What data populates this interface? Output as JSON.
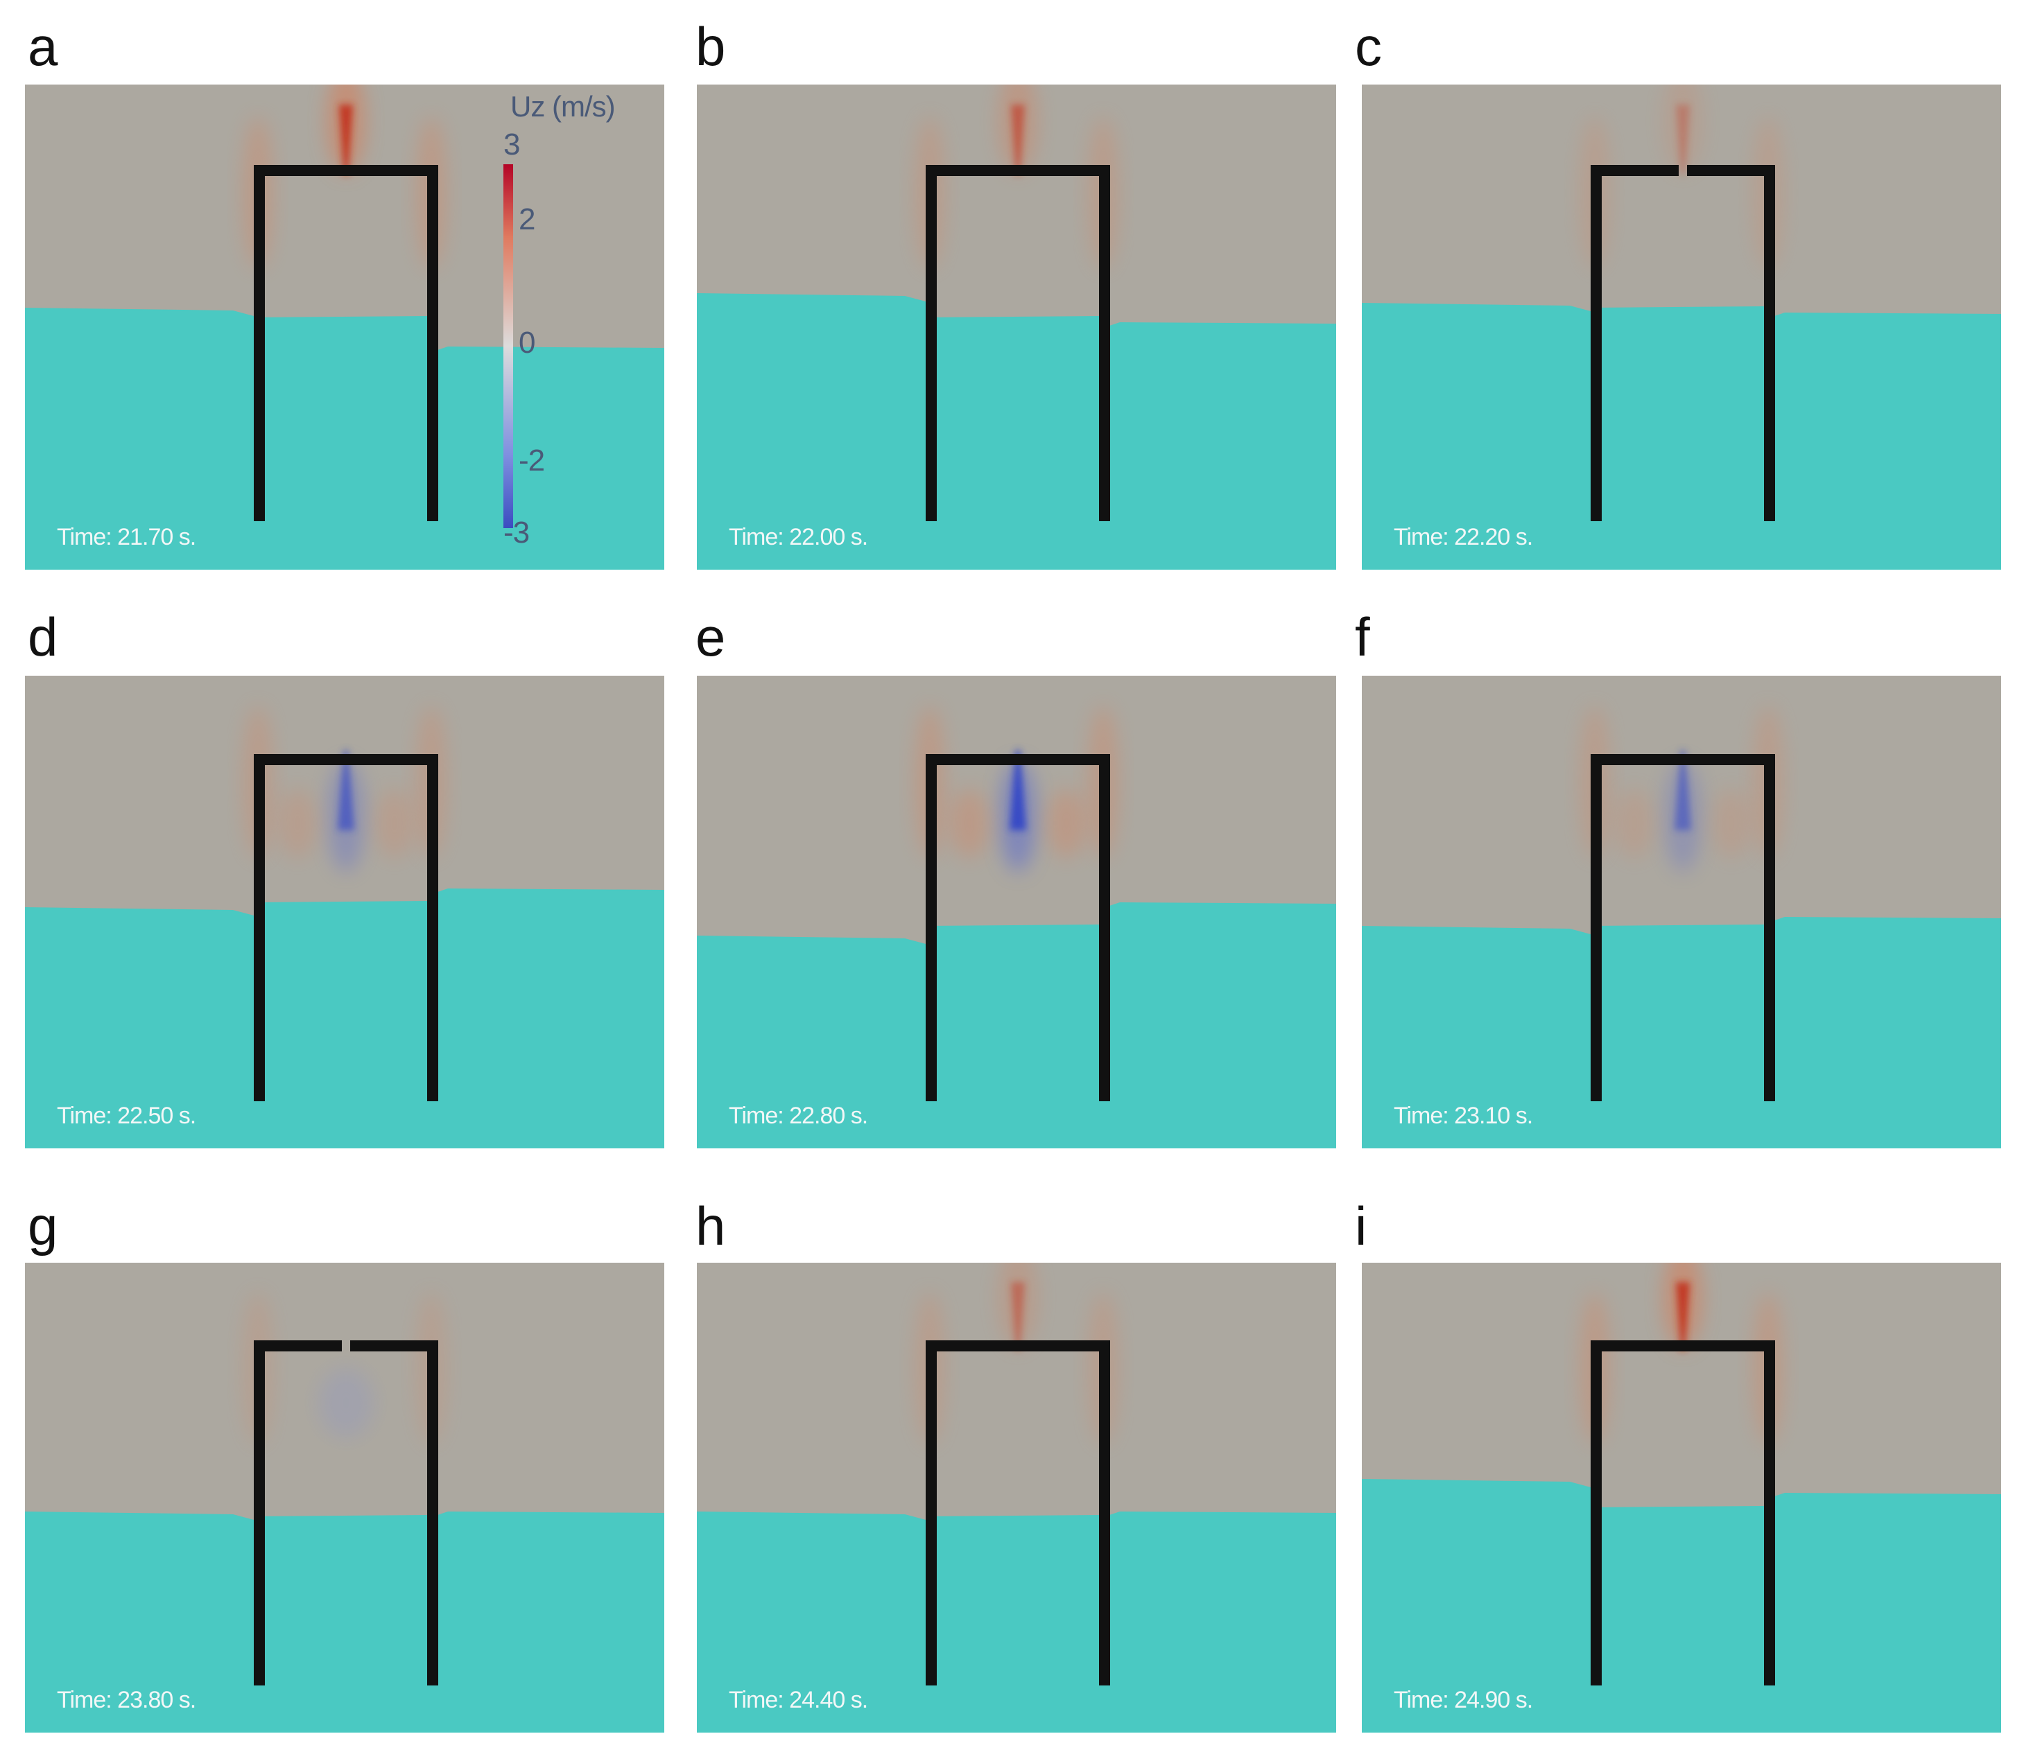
{
  "panels": [
    {
      "letter": "a",
      "time": "Time: 21.70 s.",
      "jet": "up",
      "strength": 1.0,
      "gap": false,
      "water": [
        0.46,
        0.48,
        0.54
      ]
    },
    {
      "letter": "b",
      "time": "Time: 22.00 s.",
      "jet": "up",
      "strength": 0.65,
      "gap": false,
      "water": [
        0.43,
        0.48,
        0.49
      ]
    },
    {
      "letter": "c",
      "time": "Time: 22.20 s.",
      "jet": "up",
      "strength": 0.35,
      "gap": true,
      "water": [
        0.45,
        0.46,
        0.47
      ]
    },
    {
      "letter": "d",
      "time": "Time: 22.50 s.",
      "jet": "down",
      "strength": 0.7,
      "gap": false,
      "water": [
        0.49,
        0.48,
        0.45
      ]
    },
    {
      "letter": "e",
      "time": "Time: 22.80 s.",
      "jet": "down",
      "strength": 1.0,
      "gap": false,
      "water": [
        0.55,
        0.53,
        0.48
      ]
    },
    {
      "letter": "f",
      "time": "Time: 23.10 s.",
      "jet": "down",
      "strength": 0.6,
      "gap": false,
      "water": [
        0.53,
        0.53,
        0.51
      ]
    },
    {
      "letter": "g",
      "time": "Time: 23.80 s.",
      "jet": "none",
      "strength": 0.2,
      "gap": true,
      "water": [
        0.53,
        0.54,
        0.53
      ]
    },
    {
      "letter": "h",
      "time": "Time: 24.40 s.",
      "jet": "up",
      "strength": 0.5,
      "gap": false,
      "water": [
        0.53,
        0.54,
        0.53
      ]
    },
    {
      "letter": "i",
      "time": "Time: 24.90 s.",
      "jet": "up",
      "strength": 1.0,
      "gap": false,
      "water": [
        0.46,
        0.52,
        0.49
      ]
    }
  ],
  "colorbar": {
    "title": "Uz (m/s)",
    "ticks": [
      "3",
      "2",
      "0",
      "-2",
      "-3"
    ],
    "colors": {
      "max": "#b40426",
      "mid": "#dddcdc",
      "min": "#3b4cc0"
    }
  },
  "colors": {
    "air": "#aca8a0",
    "water": "#4ac9c2",
    "structure": "#111111",
    "jet_up": "#c2311c",
    "jet_down": "#2c3fc8"
  }
}
